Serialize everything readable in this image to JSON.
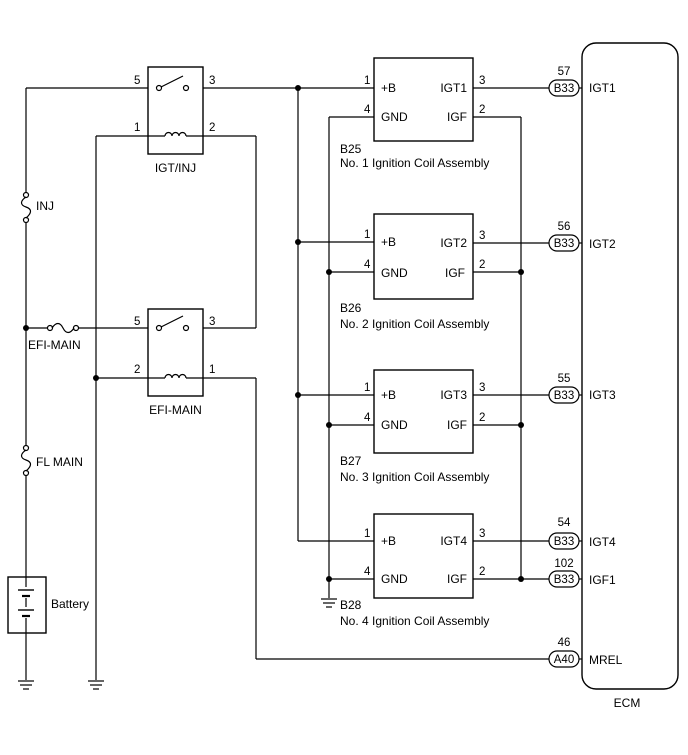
{
  "relays": {
    "igt_inj": {
      "name": "IGT/INJ",
      "pin_switch_in": "5",
      "pin_switch_out": "3",
      "pin_coil_a": "1",
      "pin_coil_b": "2"
    },
    "efi_main": {
      "name": "EFI-MAIN",
      "pin_switch_in": "5",
      "pin_switch_out": "3",
      "pin_coil_a": "2",
      "pin_coil_b": "1"
    }
  },
  "fuses": {
    "inj": "INJ",
    "efi_main": "EFI-MAIN",
    "fl_main": "FL MAIN"
  },
  "battery": {
    "label": "Battery"
  },
  "coils": [
    {
      "code": "B25",
      "name": "No. 1 Ignition Coil Assembly",
      "b_label": "+B",
      "gnd_label": "GND",
      "igt_label": "IGT1",
      "igf_label": "IGF",
      "pin_b": "1",
      "pin_gnd": "4",
      "pin_igt": "3",
      "pin_igf": "2"
    },
    {
      "code": "B26",
      "name": "No. 2 Ignition Coil Assembly",
      "b_label": "+B",
      "gnd_label": "GND",
      "igt_label": "IGT2",
      "igf_label": "IGF",
      "pin_b": "1",
      "pin_gnd": "4",
      "pin_igt": "3",
      "pin_igf": "2"
    },
    {
      "code": "B27",
      "name": "No. 3 Ignition Coil Assembly",
      "b_label": "+B",
      "gnd_label": "GND",
      "igt_label": "IGT3",
      "igf_label": "IGF",
      "pin_b": "1",
      "pin_gnd": "4",
      "pin_igt": "3",
      "pin_igf": "2"
    },
    {
      "code": "B28",
      "name": "No. 4 Ignition Coil Assembly",
      "b_label": "+B",
      "gnd_label": "GND",
      "igt_label": "IGT4",
      "igf_label": "IGF",
      "pin_b": "1",
      "pin_gnd": "4",
      "pin_igt": "3",
      "pin_igf": "2"
    }
  ],
  "ecm": {
    "label": "ECM",
    "terminals": [
      {
        "connector": "B33",
        "pin": "57",
        "signal": "IGT1"
      },
      {
        "connector": "B33",
        "pin": "56",
        "signal": "IGT2"
      },
      {
        "connector": "B33",
        "pin": "55",
        "signal": "IGT3"
      },
      {
        "connector": "B33",
        "pin": "54",
        "signal": "IGT4"
      },
      {
        "connector": "B33",
        "pin": "102",
        "signal": "IGF1"
      },
      {
        "connector": "A40",
        "pin": "46",
        "signal": "MREL"
      }
    ]
  }
}
